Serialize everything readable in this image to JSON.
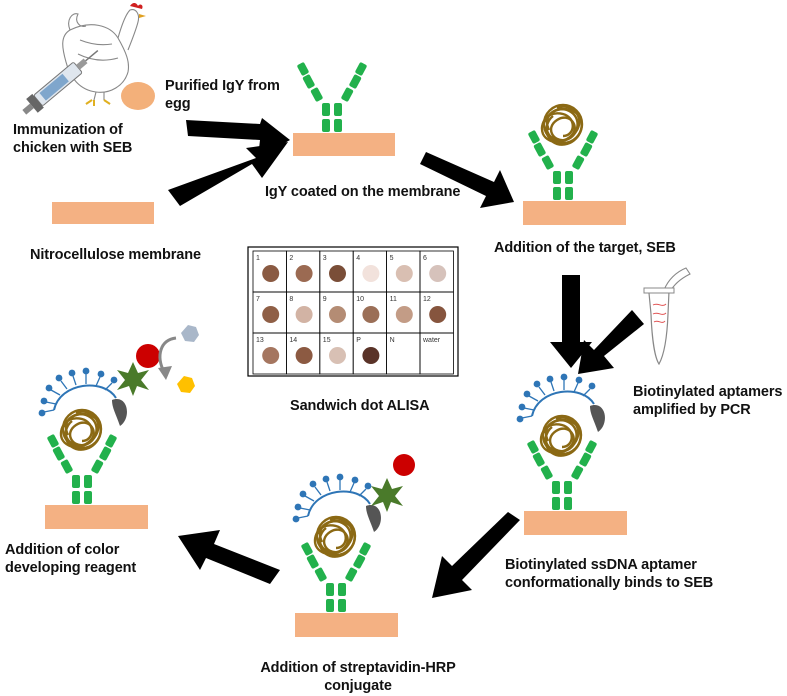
{
  "labels": {
    "immunization": "Immunization of\nchicken with SEB",
    "purified_igy": "Purified IgY from\negg",
    "igy_coated": "IgY coated on the membrane",
    "nitrocellulose": "Nitrocellulose membrane",
    "addition_target": "Addition of the target, SEB",
    "sandwich_dot": "Sandwich dot ALISA",
    "biotinylated_aptamers": "Biotinylated aptamers\namplified by PCR",
    "ssdna_binds": "Biotinylated ssDNA aptamer\nconformationally binds to SEB",
    "streptavidin_hrp": "Addition of streptavidin-HRP\nconjugate",
    "color_reagent": "Addition of color\ndeveloping reagent"
  },
  "dot_blot": {
    "rows": [
      [
        {
          "label": "1",
          "shade": "#8a5a42"
        },
        {
          "label": "2",
          "shade": "#9b6a52"
        },
        {
          "label": "3",
          "shade": "#7a4e38"
        },
        {
          "label": "4",
          "shade": "#f2e2dc"
        },
        {
          "label": "5",
          "shade": "#d9bfb2"
        },
        {
          "label": "6",
          "shade": "#d6c2bb"
        }
      ],
      [
        {
          "label": "7",
          "shade": "#8f5f46"
        },
        {
          "label": "8",
          "shade": "#d2b3a4"
        },
        {
          "label": "9",
          "shade": "#b48c74"
        },
        {
          "label": "10",
          "shade": "#9b6f57"
        },
        {
          "label": "11",
          "shade": "#c39c86"
        },
        {
          "label": "12",
          "shade": "#86553e"
        }
      ],
      [
        {
          "label": "13",
          "shade": "#a57660"
        },
        {
          "label": "14",
          "shade": "#8c5a42"
        },
        {
          "label": "15",
          "shade": "#d8c0b4"
        },
        {
          "label": "P",
          "shade": "#5a3328"
        },
        {
          "label": "N",
          "shade": ""
        },
        {
          "label": "water",
          "shade": ""
        }
      ]
    ]
  },
  "colors": {
    "membrane": "#f4b183",
    "antibody": "#22b14c",
    "target_seb": "#8b6914",
    "aptamer": "#2e75b6",
    "biotin": "#2e75b6",
    "streptavidin": "#555555",
    "hrp": "#4a7a2a",
    "hrp_ball": "#cc0000",
    "substrate": "#a9b7c9",
    "product": "#ffc000",
    "arrow": "#000000"
  }
}
